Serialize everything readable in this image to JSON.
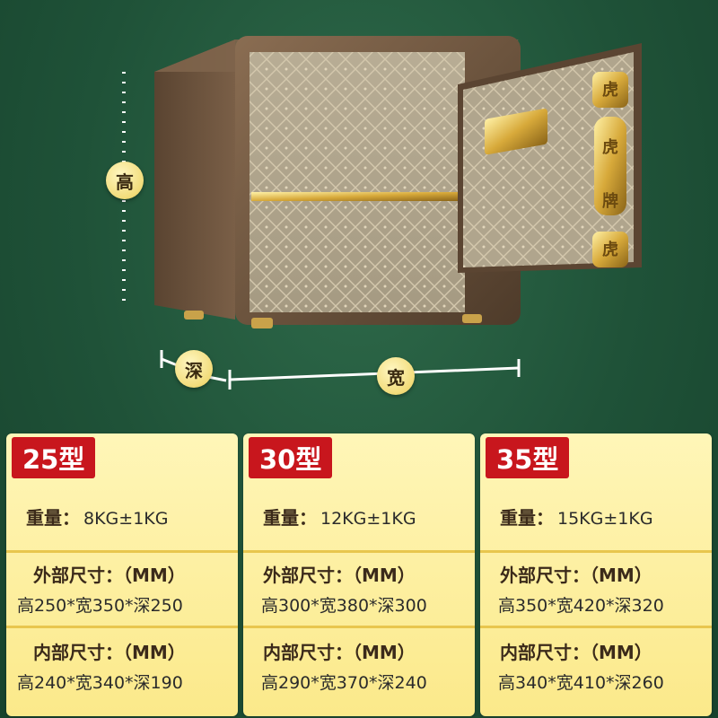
{
  "dimension_labels": {
    "height": "高",
    "depth": "深",
    "width": "宽"
  },
  "door_plaque_chars": [
    "虎",
    "牌"
  ],
  "door_knob_chars": [
    "虎",
    "虎"
  ],
  "colors": {
    "background": "#1f5238",
    "card": "#fbe98a",
    "badge": "#c8161d",
    "safe_body": "#6e5640"
  },
  "models": [
    {
      "badge": "25型",
      "weight_label": "重量：",
      "weight_value": "8KG±1KG",
      "outer_label": "外部尺寸：（MM）",
      "outer_dims": "高250*宽350*深250",
      "inner_label": "内部尺寸：（MM）",
      "inner_dims": "高240*宽340*深190"
    },
    {
      "badge": "30型",
      "weight_label": "重量：",
      "weight_value": "12KG±1KG",
      "outer_label": "外部尺寸：（MM）",
      "outer_dims": "高300*宽380*深300",
      "inner_label": "内部尺寸：（MM）",
      "inner_dims": "高290*宽370*深240"
    },
    {
      "badge": "35型",
      "weight_label": "重量：",
      "weight_value": "15KG±1KG",
      "outer_label": "外部尺寸：（MM）",
      "outer_dims": "高350*宽420*深320",
      "inner_label": "内部尺寸：（MM）",
      "inner_dims": "高340*宽410*深260"
    }
  ]
}
